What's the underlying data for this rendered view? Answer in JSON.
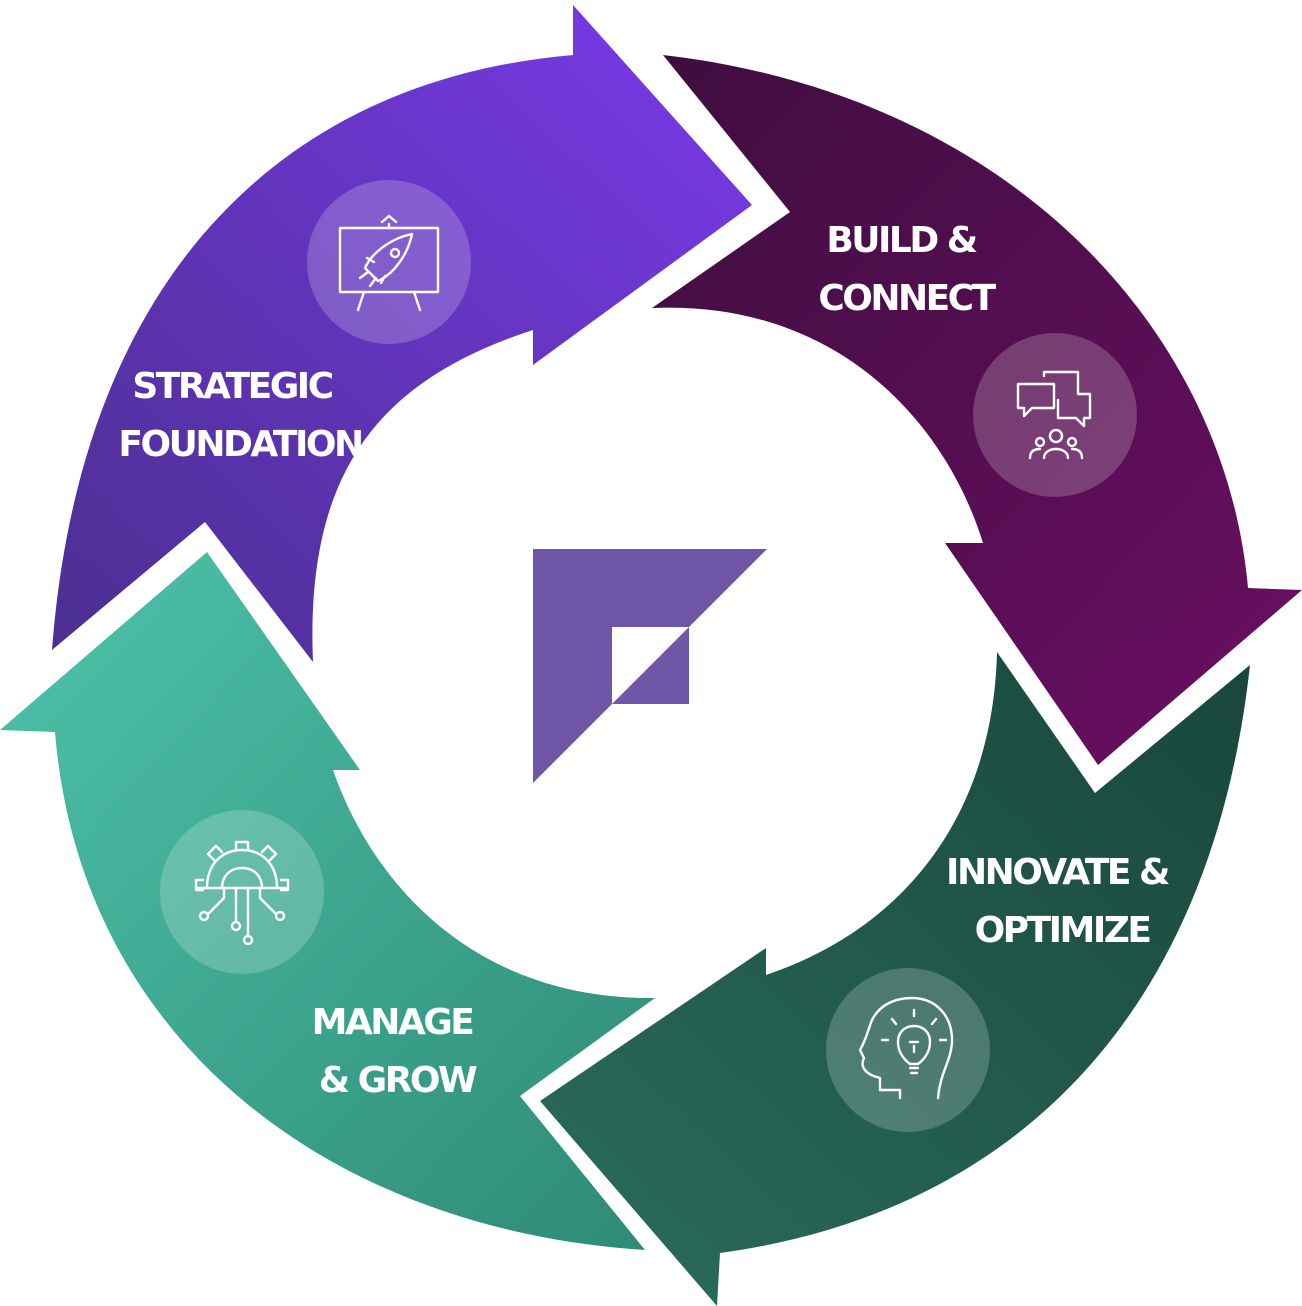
{
  "stages": [
    {
      "id": "strategic-foundation",
      "lines": [
        "STRATEGIC",
        "FOUNDATION"
      ],
      "icon": "rocket-presentation-icon",
      "color_start": "#4b2f8f",
      "color_end": "#7a3aea"
    },
    {
      "id": "build-connect",
      "lines": [
        "BUILD &",
        "CONNECT"
      ],
      "icon": "chat-people-icon",
      "color_start": "#3f0d3f",
      "color_end": "#6b0f63"
    },
    {
      "id": "innovate-optimize",
      "lines": [
        "INNOVATE &",
        "OPTIMIZE"
      ],
      "icon": "lightbulb-head-icon",
      "color_start": "#19463c",
      "color_end": "#2a6d5c"
    },
    {
      "id": "manage-grow",
      "lines": [
        "MANAGE",
        "& GROW"
      ],
      "icon": "gear-circuit-icon",
      "color_start": "#4ec4ab",
      "color_end": "#2e8a76"
    }
  ],
  "center_logo": {
    "icon": "logo-mark",
    "color": "#6f56a8"
  }
}
